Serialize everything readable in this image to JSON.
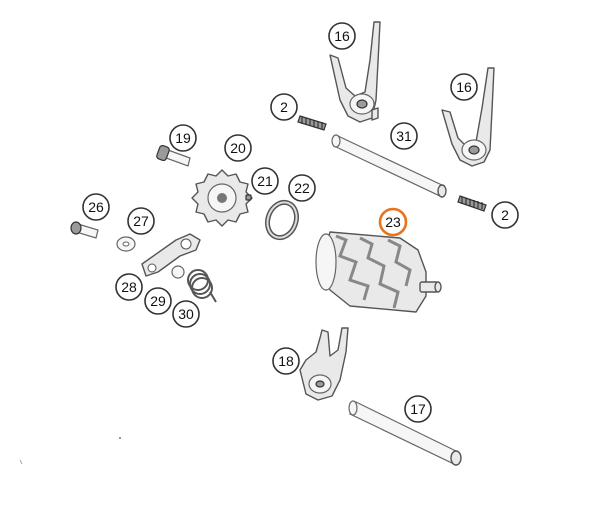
{
  "diagram": {
    "accent_color": "#e8731c",
    "callouts": [
      {
        "id": "16a",
        "label": "16"
      },
      {
        "id": "16b",
        "label": "16"
      },
      {
        "id": "2a",
        "label": "2"
      },
      {
        "id": "2b",
        "label": "2"
      },
      {
        "id": "31",
        "label": "31"
      },
      {
        "id": "19",
        "label": "19"
      },
      {
        "id": "20",
        "label": "20"
      },
      {
        "id": "21",
        "label": "21"
      },
      {
        "id": "22",
        "label": "22"
      },
      {
        "id": "23",
        "label": "23",
        "highlighted": true
      },
      {
        "id": "26",
        "label": "26"
      },
      {
        "id": "27",
        "label": "27"
      },
      {
        "id": "28",
        "label": "28"
      },
      {
        "id": "29",
        "label": "29"
      },
      {
        "id": "30",
        "label": "30"
      },
      {
        "id": "18",
        "label": "18"
      },
      {
        "id": "17",
        "label": "17"
      }
    ]
  }
}
